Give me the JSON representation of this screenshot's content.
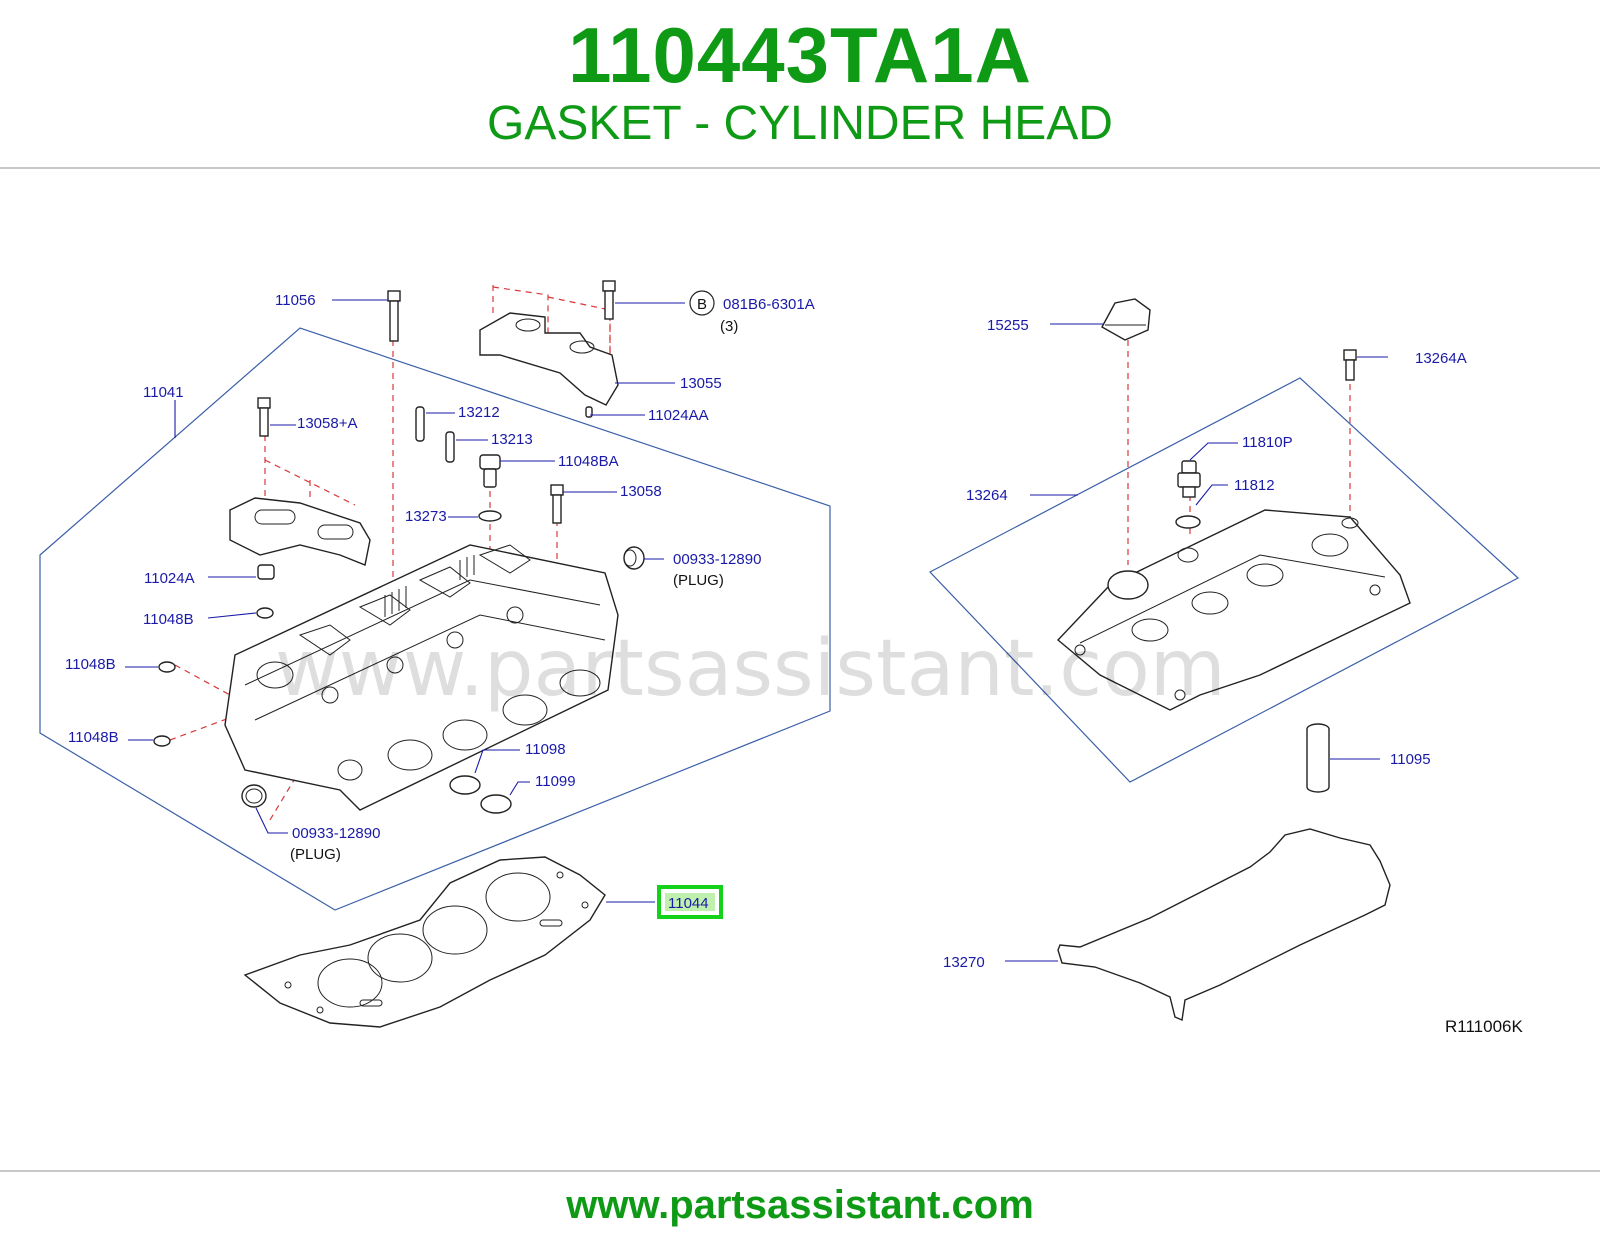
{
  "header": {
    "part_number": "110443TA1A",
    "part_name": "GASKET - CYLINDER HEAD"
  },
  "diagram": {
    "watermark": "www.partsassistant.com",
    "reference_code": "R111006K",
    "callouts": {
      "c11056": "11056",
      "c081B6": "081B6-6301A",
      "c081B6_qty": "(3)",
      "circle_b": "B",
      "c11041": "11041",
      "c13055": "13055",
      "c13212": "13212",
      "c11024AA": "11024AA",
      "c13058A": "13058+A",
      "c13213": "13213",
      "c11048BA": "11048BA",
      "c13058": "13058",
      "c13273": "13273",
      "c00933_top": "00933-12890",
      "plug_top": "(PLUG)",
      "c11024A": "11024A",
      "c11048B_1": "11048B",
      "c11048B_2": "11048B",
      "c11048B_3": "11048B",
      "c11098": "11098",
      "c11099": "11099",
      "c00933_bottom": "00933-12890",
      "plug_bottom": "(PLUG)",
      "c11044": "11044",
      "c15255": "15255",
      "c13264A": "13264A",
      "c11810P": "11810P",
      "c11812": "11812",
      "c13264": "13264",
      "c11095": "11095",
      "c13270": "13270"
    },
    "highlight_color": "#14d21a"
  },
  "footer": {
    "url": "www.partsassistant.com"
  }
}
